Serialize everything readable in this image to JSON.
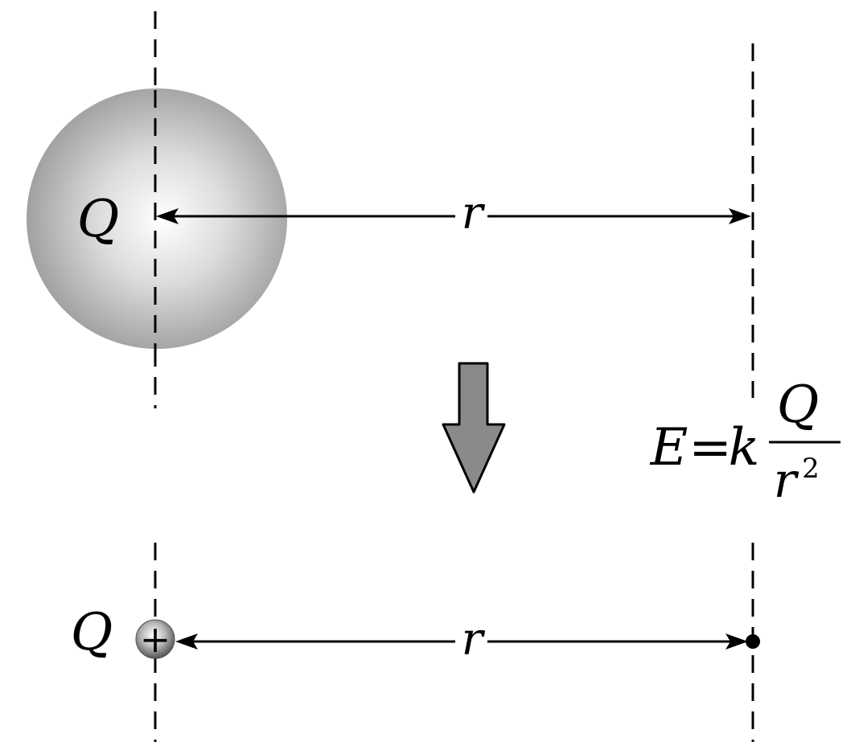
{
  "diagram": {
    "top": {
      "charge_label": "Q",
      "distance_label": "r"
    },
    "bottom": {
      "charge_label": "Q",
      "charge_sign": "+",
      "distance_label": "r"
    },
    "formula": {
      "lhs": "E",
      "equals": "=",
      "constant": "k",
      "numerator": "Q",
      "denominator_base": "r",
      "denominator_exponent": "2"
    },
    "colors": {
      "ink": "#000000",
      "sphere_highlight": "#ffffff",
      "sphere_shade": "#9a9a9a",
      "arrow_fill": "#8a8a8a"
    }
  }
}
